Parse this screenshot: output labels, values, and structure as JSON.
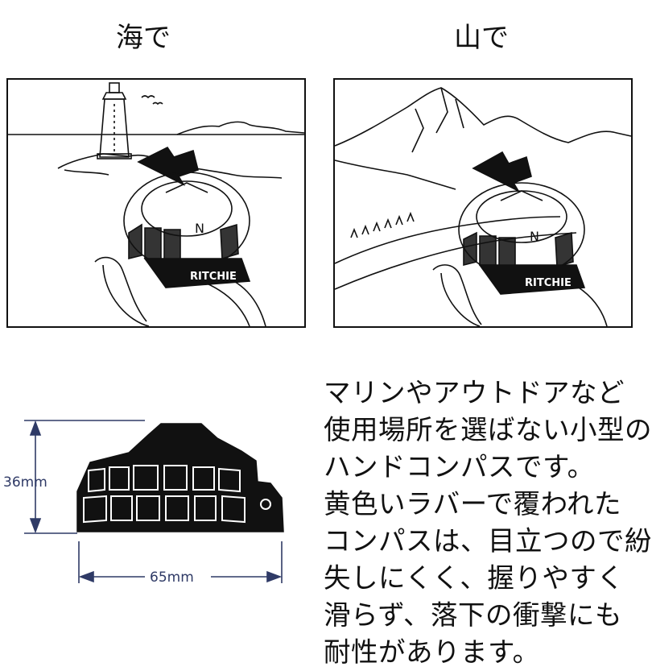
{
  "captions": {
    "sea": "海で",
    "mountain": "山で"
  },
  "compass_brand": "RITCHIE",
  "compass_letter": "N",
  "dimensions": {
    "height": "36mm",
    "width": "65mm"
  },
  "colors": {
    "line": "#111111",
    "dimension": "#2f3a66"
  },
  "description_lines": [
    "マリンやアウトドアなど",
    "使用場所を選ばない小型の",
    "ハンドコンパスです。",
    "黄色いラバーで覆われた",
    "コンパスは、目立つので紛",
    "失しにくく、握りやすく",
    "滑らず、落下の衝撃にも",
    "耐性があります。"
  ]
}
